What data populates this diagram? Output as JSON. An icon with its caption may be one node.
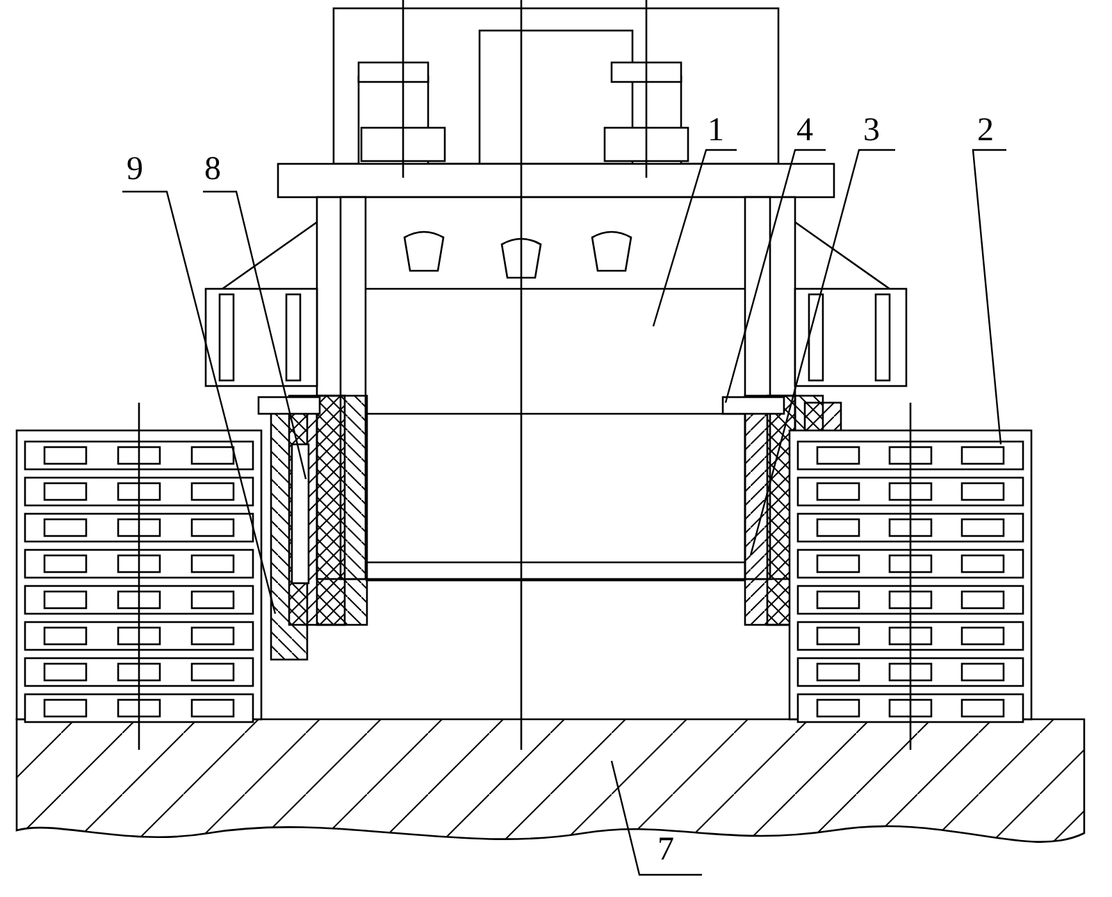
{
  "diagram": {
    "nodes": [
      {
        "text": [
          "9"
        ]
      },
      {
        "text": [
          "8"
        ]
      },
      {
        "text": [
          "1"
        ]
      },
      {
        "text": [
          "4"
        ]
      },
      {
        "text": [
          "3"
        ]
      },
      {
        "text": [
          "2"
        ]
      },
      {
        "text": [
          "7"
        ]
      }
    ],
    "edges": [
      {
        "from": 0,
        "to": null,
        "arrow": "none"
      },
      {
        "from": 1,
        "to": null,
        "arrow": "none"
      },
      {
        "from": 2,
        "to": null,
        "arrow": "none"
      },
      {
        "from": 3,
        "to": null,
        "arrow": "none"
      },
      {
        "from": 4,
        "to": null,
        "arrow": "none"
      },
      {
        "from": 5,
        "to": null,
        "arrow": "none"
      },
      {
        "from": 6,
        "to": null,
        "arrow": "none"
      }
    ]
  }
}
